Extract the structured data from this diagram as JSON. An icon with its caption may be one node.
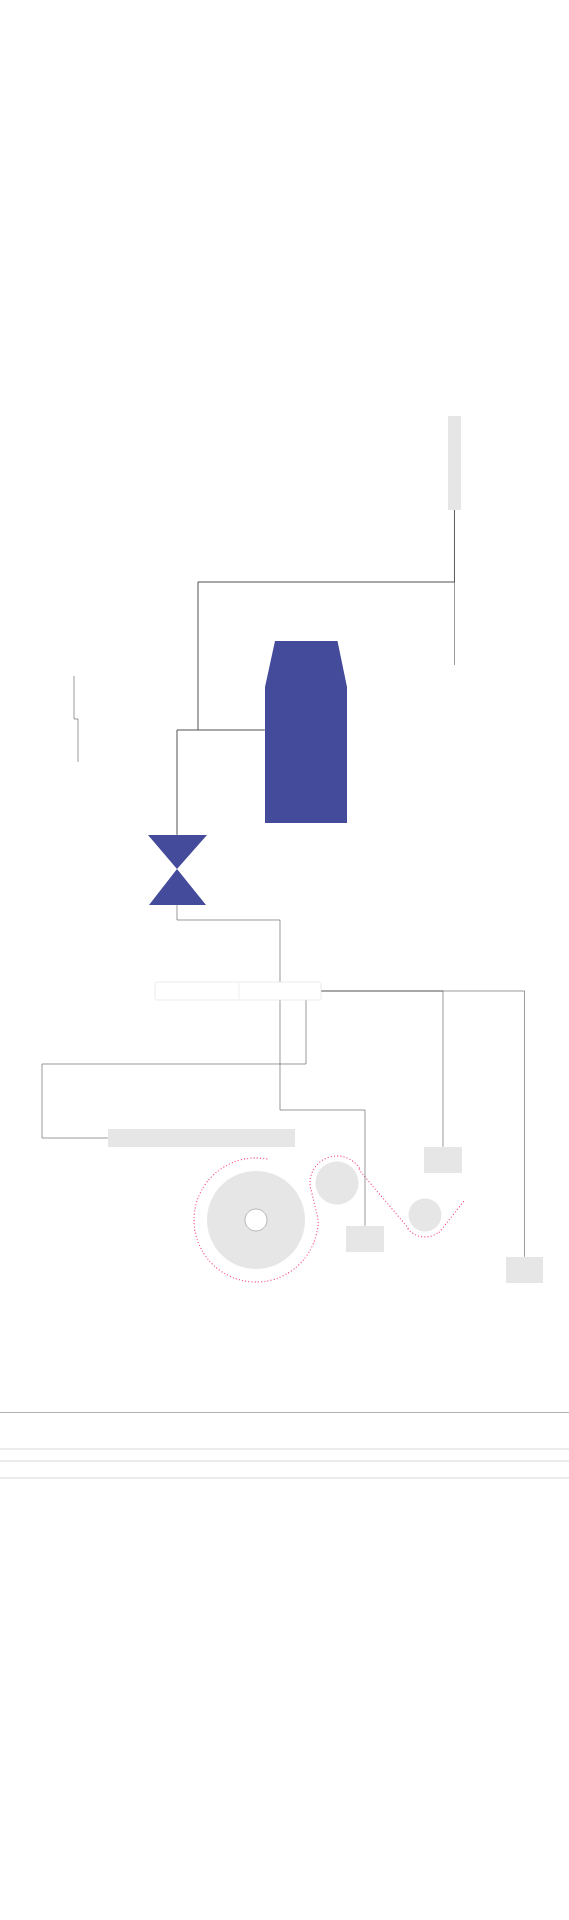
{
  "diagram": {
    "nodes": [
      {
        "text": [],
        "shape": "bar"
      },
      {
        "text": [],
        "shape": "tank"
      },
      {
        "text": [],
        "shape": "valve"
      },
      {
        "text": [],
        "shape": "box"
      },
      {
        "text": [],
        "shape": "bar"
      },
      {
        "text": [],
        "shape": "box"
      },
      {
        "text": [],
        "shape": "box"
      },
      {
        "text": [],
        "shape": "box"
      }
    ],
    "edges": [
      {
        "from": 0,
        "to": 1,
        "arrow": "none"
      },
      {
        "from": 0,
        "to": 2,
        "arrow": "none"
      },
      {
        "from": 1,
        "to": 2,
        "arrow": "none"
      },
      {
        "from": 0,
        "to": null,
        "arrow": "none"
      },
      {
        "from": 2,
        "to": 3,
        "arrow": "none"
      },
      {
        "from": 3,
        "to": 5,
        "arrow": "none"
      },
      {
        "from": 3,
        "to": 4,
        "arrow": "none"
      },
      {
        "from": 3,
        "to": 6,
        "arrow": "none"
      },
      {
        "from": 3,
        "to": 7,
        "arrow": "none"
      }
    ]
  }
}
